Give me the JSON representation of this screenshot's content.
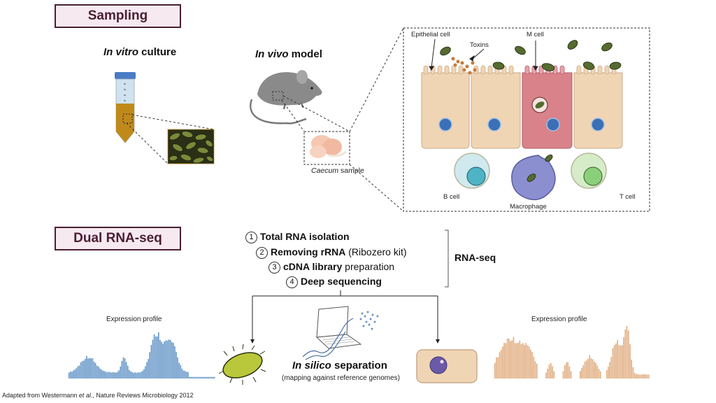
{
  "sections": {
    "sampling": "Sampling",
    "dual_rnaseq": "Dual RNA-seq"
  },
  "sampling": {
    "in_vitro": {
      "italic": "In vitro",
      "rest": " culture"
    },
    "in_vivo": {
      "italic": "In vivo",
      "rest": " model"
    },
    "caecum": {
      "italic": "Caecum",
      "rest": " sample"
    }
  },
  "gut_inset": {
    "labels": {
      "epithelial_cell": "Epithelial cell",
      "toxins": "Toxins",
      "m_cell": "M cell",
      "b_cell": "B cell",
      "macrophage": "Macrophage",
      "t_cell": "T cell"
    },
    "colors": {
      "epithelial": "#f0d5b4",
      "m_cell": "#d9828a",
      "nucleus": "#3b6fb6",
      "bacteria": "#556b2f",
      "toxin": "#c87a3a",
      "b_cell": "#cfe9ee",
      "macrophage": "#8b8fd0",
      "t_cell": "#d6ecc8"
    }
  },
  "steps": [
    {
      "num": "1",
      "bold": "Total RNA isolation",
      "normal": ""
    },
    {
      "num": "2",
      "bold": "Removing rRNA",
      "normal": " (Ribozero kit)"
    },
    {
      "num": "3",
      "bold": "cDNA library",
      "normal": " preparation"
    },
    {
      "num": "4",
      "bold": "Deep sequencing",
      "normal": ""
    }
  ],
  "bracket_label": "RNA-seq",
  "in_silico": {
    "italic": "In silico",
    "rest": " separation",
    "sub": "(mapping against reference genomes)"
  },
  "profiles": {
    "left": {
      "title": "Expression profile",
      "color": "#5b8fc4"
    },
    "right": {
      "title": "Expression profile",
      "color": "#e0ab7e"
    }
  },
  "footer": {
    "pre": "Adapted from Westermann ",
    "italic": "et al.",
    "post": ", Nature Reviews Microbiology 2012"
  }
}
